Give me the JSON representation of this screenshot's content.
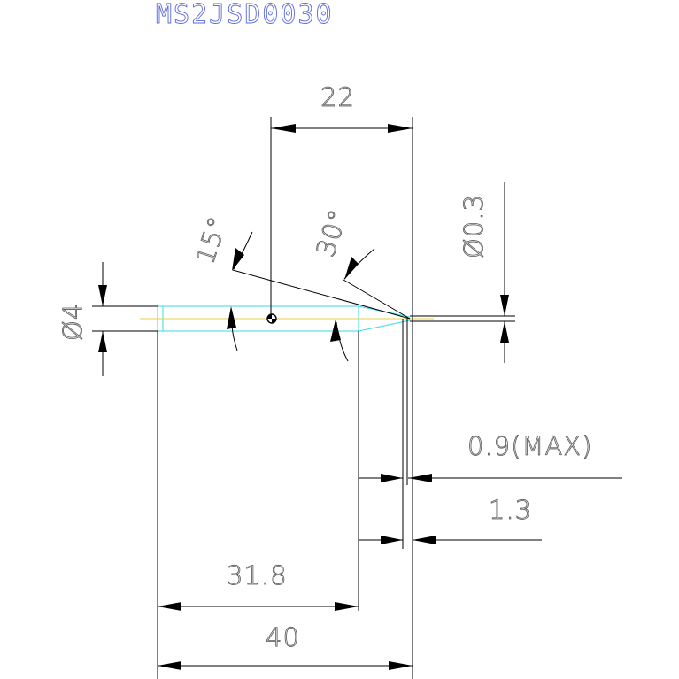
{
  "title": "MS2JSD0030",
  "dimensions": {
    "d22": "22",
    "angle15": "15°",
    "angle30": "30°",
    "dia03": "Ø0.3",
    "dia4": "Ø4",
    "max09": "0.9(MAX)",
    "d13": "1.3",
    "d318": "31.8",
    "d40": "40"
  },
  "colors": {
    "outline": "#000000",
    "body": "#33ddee",
    "centerline": "#e6d24a",
    "title": "#5a6ad8"
  }
}
